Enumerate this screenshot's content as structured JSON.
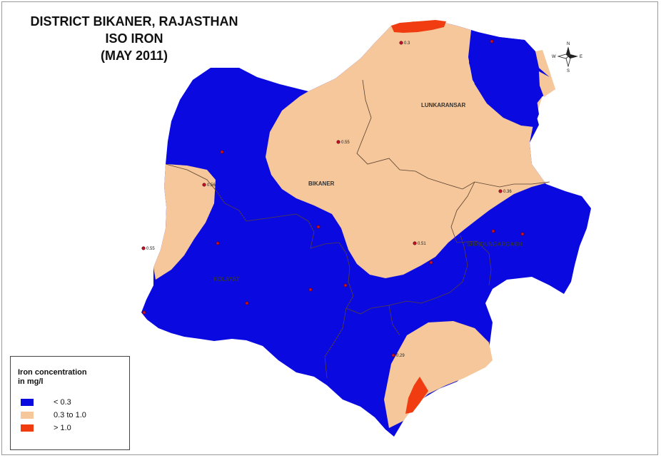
{
  "title": {
    "line1": "DISTRICT BIKANER, RAJASTHAN",
    "line2": "ISO IRON",
    "line3": "(MAY 2011)"
  },
  "legend": {
    "title_line1": "Iron concentration",
    "title_line2": "in mg/l",
    "items": [
      {
        "label": "< 0.3",
        "color": "#0a0ae0"
      },
      {
        "label": "0.3 to 1.0",
        "color": "#f5c79a"
      },
      {
        "label": "> 1.0",
        "color": "#f03c10"
      }
    ]
  },
  "places": {
    "lunkaransar": "LUNKARANSAR",
    "bikaner": "BIKANER",
    "sridungargarh": "SHRIDUNGARGARH",
    "kolayat": "KOLAYAT"
  },
  "sample_values": {
    "s1": "0.3",
    "s2": "0.55",
    "s3": "0.56",
    "s4": "0.55",
    "s5": "0.51",
    "s6": "0.36",
    "s7": "0.29"
  },
  "compass": {
    "n": "N",
    "s": "S",
    "e": "E",
    "w": "W"
  },
  "colors": {
    "low": "#0a0ae0",
    "mid": "#f5c79a",
    "high": "#f03c10",
    "boundary": "#5a4030"
  }
}
